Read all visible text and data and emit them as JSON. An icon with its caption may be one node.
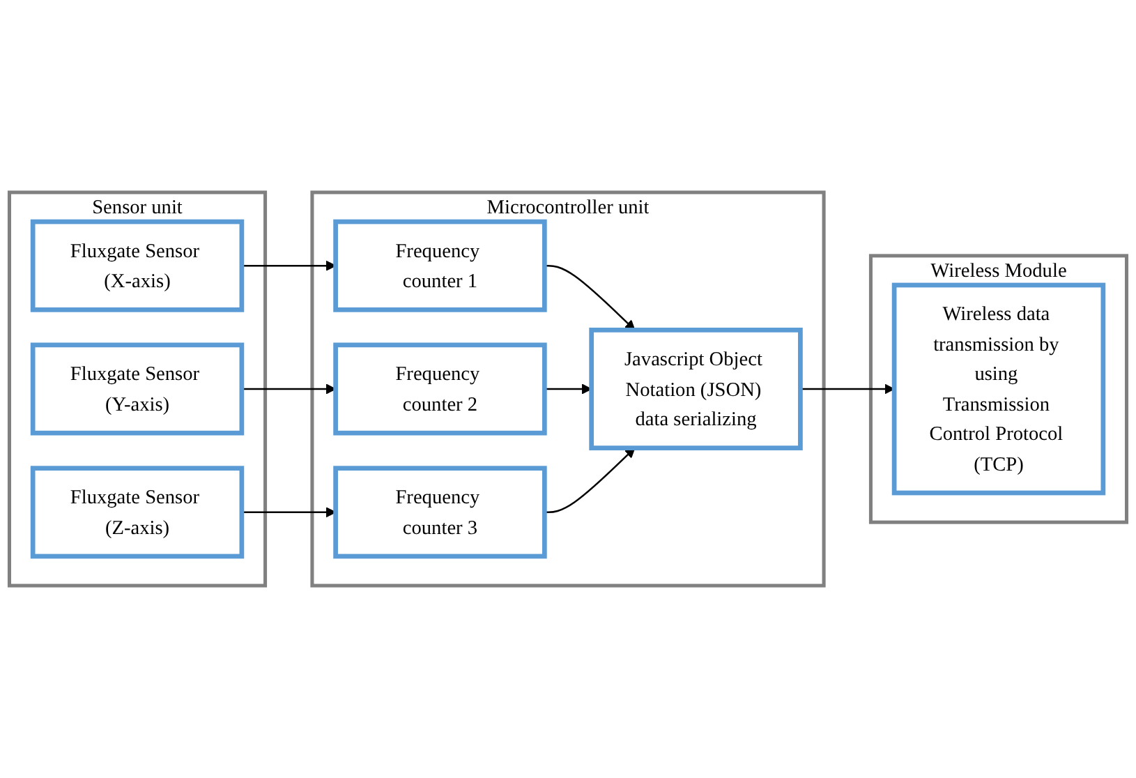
{
  "diagram": {
    "nodes": [
      {
        "text": [
          "Sensor unit"
        ]
      },
      {
        "text": [
          "Fluxgate Sensor (X-axis)"
        ],
        "in": 0
      },
      {
        "text": [
          "Fluxgate Sensor (Y-axis)"
        ],
        "in": 0
      },
      {
        "text": [
          "Fluxgate Sensor (Z-axis)"
        ],
        "in": 0
      },
      {
        "text": [
          "Microcontroller unit"
        ]
      },
      {
        "text": [
          "Frequency counter 1"
        ],
        "in": 4
      },
      {
        "text": [
          "Frequency counter 2"
        ],
        "in": 4
      },
      {
        "text": [
          "Frequency counter 3"
        ],
        "in": 4
      },
      {
        "text": [
          "Javascript Object Notation (JSON) data serializing"
        ],
        "in": 4
      },
      {
        "text": [
          "Wireless Module"
        ]
      },
      {
        "text": [
          "Wireless data transmission by using Transmission Control Protocol (TCP)"
        ],
        "in": 9
      }
    ],
    "edges": [
      {
        "from": 1,
        "to": 5,
        "arrow": "to"
      },
      {
        "from": 2,
        "to": 6,
        "arrow": "to"
      },
      {
        "from": 3,
        "to": 7,
        "arrow": "to"
      },
      {
        "from": 5,
        "to": 8,
        "arrow": "to"
      },
      {
        "from": 6,
        "to": 8,
        "arrow": "to"
      },
      {
        "from": 7,
        "to": 8,
        "arrow": "to"
      },
      {
        "from": 8,
        "to": 10,
        "arrow": "to"
      }
    ]
  }
}
